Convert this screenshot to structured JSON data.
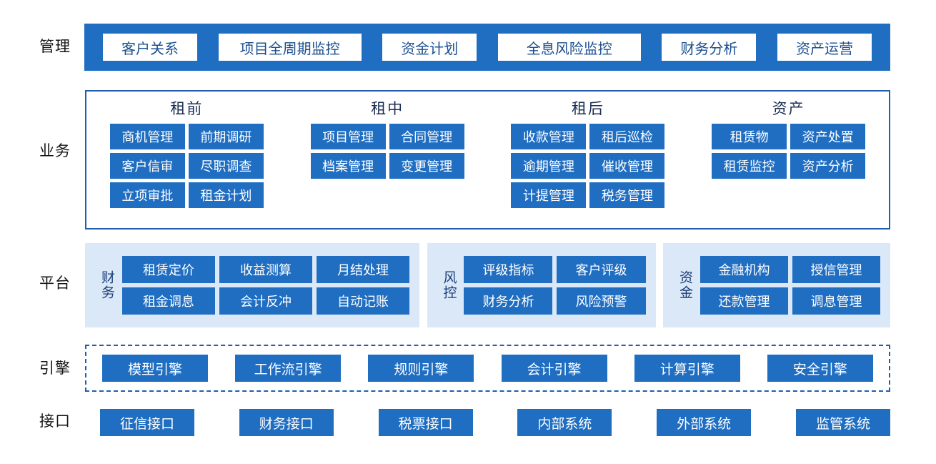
{
  "colors": {
    "primary_blue": "#1f6ec2",
    "border_blue": "#1f5fad",
    "light_blue_bg": "#dbe8f7",
    "chip_text_blue": "#1b4f8f",
    "title_text": "#1b2f55",
    "label_text": "#161616",
    "white": "#ffffff"
  },
  "rows": {
    "management": {
      "label": "管理",
      "chips": [
        {
          "text": "客户关系",
          "width": "narrow"
        },
        {
          "text": "项目全周期监控",
          "width": "wide"
        },
        {
          "text": "资金计划",
          "width": "narrow"
        },
        {
          "text": "全息风险监控",
          "width": "wide"
        },
        {
          "text": "财务分析",
          "width": "narrow"
        },
        {
          "text": "资产运营",
          "width": "narrow"
        }
      ]
    },
    "business": {
      "label": "业务",
      "groups": [
        {
          "title": "租前",
          "tiles": [
            "商机管理",
            "前期调研",
            "客户信审",
            "尽职调查",
            "立项审批",
            "租金计划"
          ]
        },
        {
          "title": "租中",
          "tiles": [
            "项目管理",
            "合同管理",
            "档案管理",
            "变更管理"
          ]
        },
        {
          "title": "租后",
          "tiles": [
            "收款管理",
            "租后巡检",
            "逾期管理",
            "催收管理",
            "计提管理",
            "税务管理"
          ]
        },
        {
          "title": "资产",
          "tiles": [
            "租赁物",
            "资产处置",
            "租赁监控",
            "资产分析"
          ]
        }
      ]
    },
    "platform": {
      "label": "平台",
      "groups": [
        {
          "vlabel": "财务",
          "columns": 3,
          "tiles": [
            "租赁定价",
            "收益测算",
            "月结处理",
            "租金调息",
            "会计反冲",
            "自动记账"
          ]
        },
        {
          "vlabel": "风控",
          "columns": 2,
          "tiles": [
            "评级指标",
            "客户评级",
            "财务分析",
            "风险预警"
          ]
        },
        {
          "vlabel": "资金",
          "columns": 2,
          "tiles": [
            "金融机构",
            "授信管理",
            "还款管理",
            "调息管理"
          ]
        }
      ]
    },
    "engine": {
      "label": "引擎",
      "tiles": [
        "模型引擎",
        "工作流引擎",
        "规则引擎",
        "会计引擎",
        "计算引擎",
        "安全引擎"
      ]
    },
    "interface": {
      "label": "接口",
      "tiles": [
        "征信接口",
        "财务接口",
        "税票接口",
        "内部系统",
        "外部系统",
        "监管系统"
      ]
    }
  }
}
